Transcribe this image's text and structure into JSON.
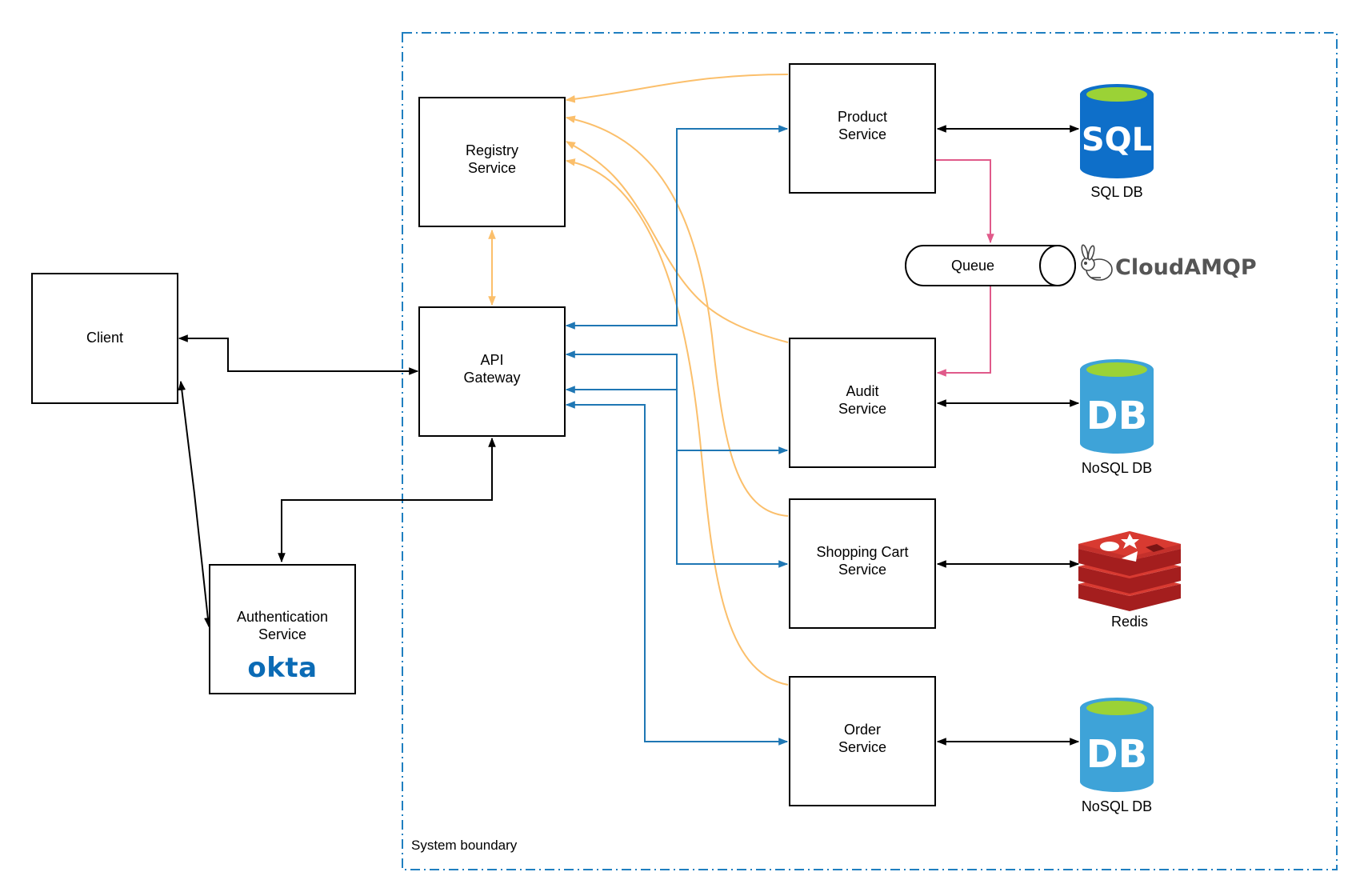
{
  "boundary": {
    "label": "System boundary"
  },
  "nodes": {
    "client": {
      "line1": "Client"
    },
    "auth": {
      "line1": "Authentication",
      "line2": "Service",
      "logo": "okta"
    },
    "registry": {
      "line1": "Registry",
      "line2": "Service"
    },
    "gateway": {
      "line1": "API",
      "line2": "Gateway"
    },
    "product": {
      "line1": "Product",
      "line2": "Service"
    },
    "audit": {
      "line1": "Audit",
      "line2": "Service"
    },
    "cart": {
      "line1": "Shopping Cart",
      "line2": "Service"
    },
    "order": {
      "line1": "Order",
      "line2": "Service"
    },
    "queue": {
      "label": "Queue",
      "provider": "CloudAMQP"
    }
  },
  "datastores": {
    "sql": {
      "icon_text": "SQL",
      "caption": "SQL DB"
    },
    "nosql1": {
      "icon_text": "DB",
      "caption": "NoSQL DB"
    },
    "redis": {
      "caption": "Redis"
    },
    "nosql2": {
      "icon_text": "DB",
      "caption": "NoSQL DB"
    }
  },
  "colors": {
    "registry_edges": "#fbbf6b",
    "gateway_edges": "#1f77b4",
    "queue_edges": "#e05a8a",
    "boundary": "#1f7fc0",
    "sql_blue": "#0e6fc9",
    "nosql_blue": "#3ea3d8",
    "db_top": "#9bd236",
    "redis_red": "#c4302b",
    "okta_blue": "#0b6bb5"
  },
  "icons": [
    "sql-database-icon",
    "nosql-database-icon",
    "redis-icon",
    "rabbit-icon",
    "okta-logo"
  ]
}
